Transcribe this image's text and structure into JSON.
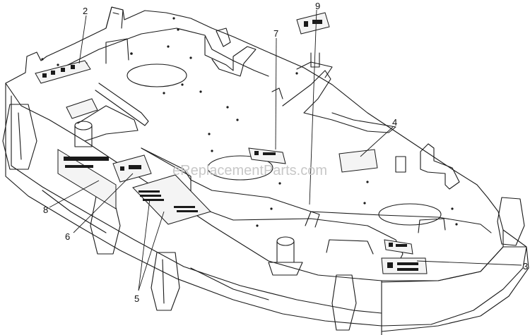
{
  "watermark": "eReplacementParts.com",
  "callouts": [
    "2",
    "9",
    "7",
    "4",
    "8",
    "6",
    "5",
    "3"
  ],
  "colors": {
    "line": "#1a1a1a",
    "decal": "#f4f4f4",
    "plate": "#ffffff"
  }
}
